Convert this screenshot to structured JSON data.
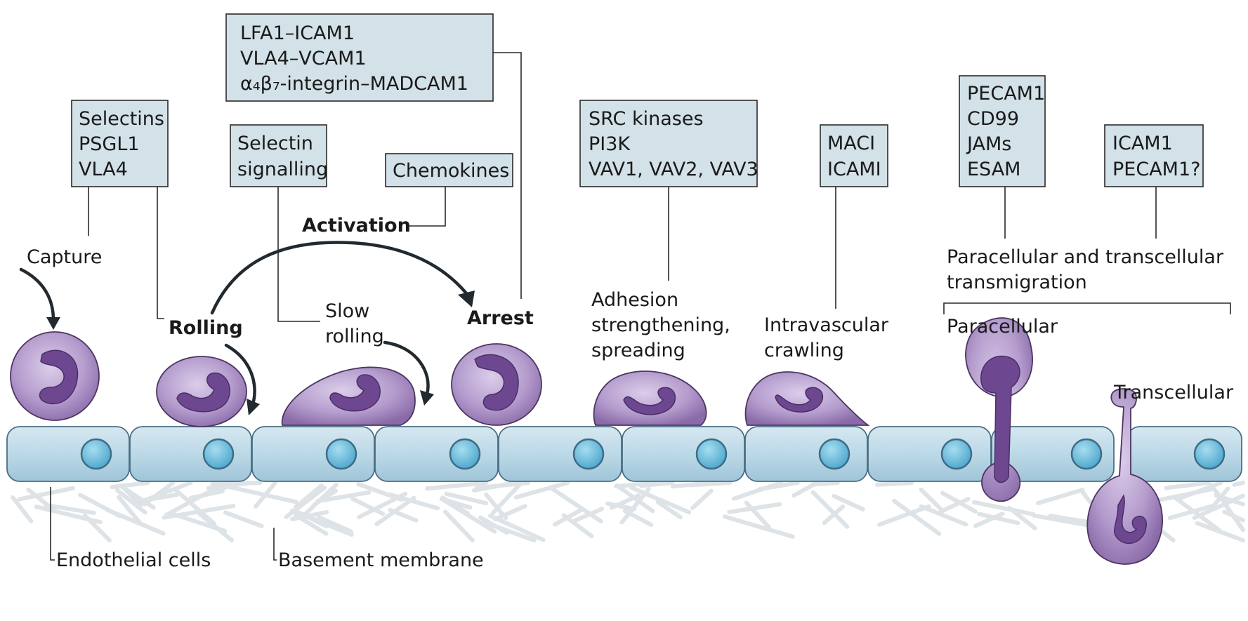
{
  "boxes": {
    "capture_molecules": [
      "Selectins",
      "PSGL1",
      "VLA4"
    ],
    "selectin_signalling": [
      "Selectin",
      "signalling"
    ],
    "chemokines": [
      "Chemokines"
    ],
    "arrest_molecules": [
      "LFA1–ICAM1",
      "VLA4–VCAM1",
      "α₄β₇-integrin–MADCAM1"
    ],
    "adhesion_molecules": [
      "SRC kinases",
      "PI3K",
      "VAV1, VAV2, VAV3"
    ],
    "crawling_molecules": [
      "MACI",
      "ICAMI"
    ],
    "paracellular_molecules": [
      "PECAM1",
      "CD99",
      "JAMs",
      "ESAM"
    ],
    "transcellular_molecules": [
      "ICAM1",
      "PECAM1?"
    ]
  },
  "steps": {
    "capture": "Capture",
    "rolling": "Rolling",
    "slow_rolling": [
      "Slow",
      "rolling"
    ],
    "activation": "Activation",
    "arrest": "Arrest",
    "adhesion": [
      "Adhesion",
      "strengthening,",
      "spreading"
    ],
    "crawling": [
      "Intravascular",
      "crawling"
    ],
    "transmigration": [
      "Paracellular and transcellular",
      "transmigration"
    ],
    "paracellular": "Paracellular",
    "transcellular": "Transcellular"
  },
  "layers": {
    "endothelial": "Endothelial cells",
    "basement": "Basement membrane"
  },
  "colors": {
    "box_fill": "#d3e1e8",
    "leukocyte": "#b49ccd",
    "leukocyte_nucleus": "#6d4891",
    "endothelium": "#b9d7e6",
    "endothelial_nucleus": "#5fb6d9"
  }
}
